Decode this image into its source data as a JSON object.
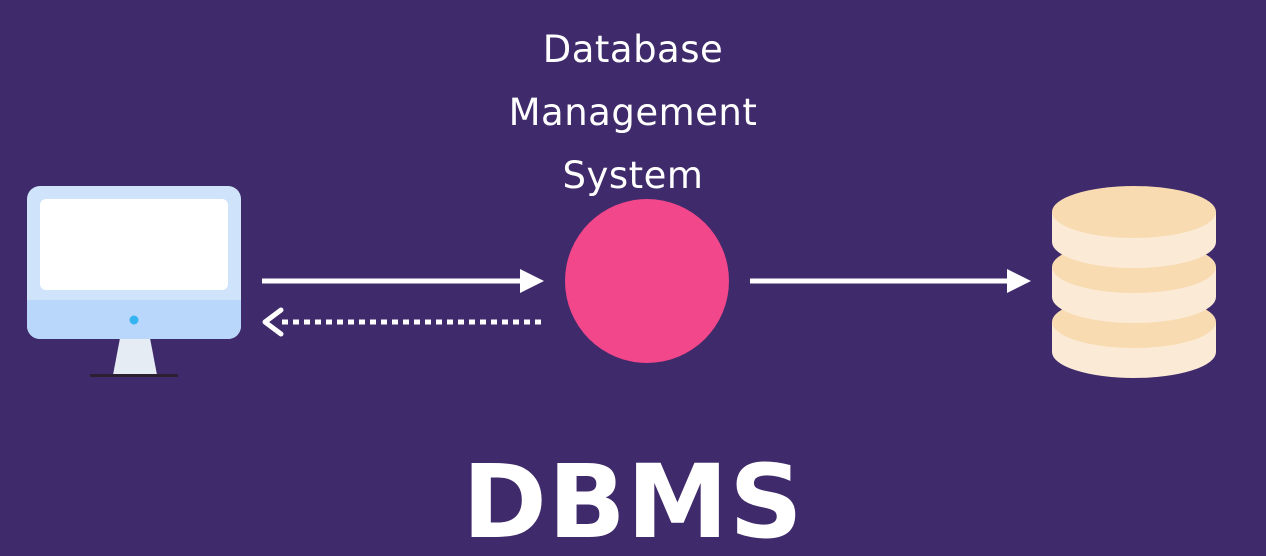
{
  "label": {
    "line1": "Database",
    "line2": "Management",
    "line3": "System"
  },
  "acronym": "DBMS",
  "colors": {
    "background": "#3f2a6b",
    "dbms_node": "#f2478b",
    "arrow": "#ffffff",
    "monitor_frame": "#cfe3fb",
    "monitor_chin": "#b9d7fa",
    "monitor_screen": "#ffffff",
    "monitor_led": "#36b4f2",
    "monitor_stand": "#e6ecf3",
    "db_top": "#f9dbb2",
    "db_body": "#fbebd6"
  },
  "icons": {
    "client": "monitor-icon",
    "dbms": "dbms-node",
    "store": "database-icon"
  }
}
